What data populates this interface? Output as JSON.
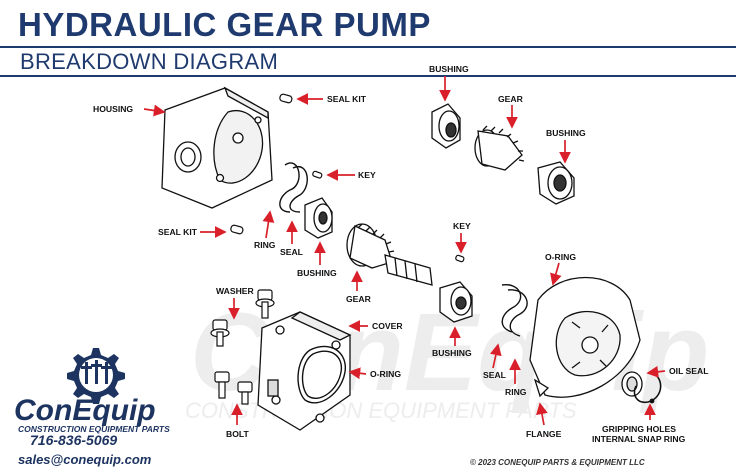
{
  "header": {
    "title": "HYDRAULIC GEAR PUMP",
    "subtitle": "BREAKDOWN DIAGRAM"
  },
  "labels": {
    "housing": "HOUSING",
    "seal_kit_top": "SEAL KIT",
    "key_top": "KEY",
    "seal_kit_left": "SEAL KIT",
    "ring_left": "RING",
    "seal_left": "SEAL",
    "bushing_left": "BUSHING",
    "gear_center": "GEAR",
    "bushing_top_left": "BUSHING",
    "gear_top": "GEAR",
    "bushing_top_right": "BUSHING",
    "key_right": "KEY",
    "o_ring_top": "O-RING",
    "washer": "WASHER",
    "cover": "COVER",
    "o_ring_bottom": "O-RING",
    "bushing_bottom": "BUSHING",
    "seal_right": "SEAL",
    "ring_right": "RING",
    "oil_seal": "OIL SEAL",
    "bolt": "BOLT",
    "flange": "FLANGE",
    "gripping_holes": "GRIPPING HOLES",
    "snap_ring": "INTERNAL SNAP RING"
  },
  "brand": {
    "name": "ConEquip",
    "tagline": "CONSTRUCTION EQUIPMENT PARTS",
    "phone": "716-836-5069",
    "email": "sales@conequip.com",
    "copyright": "© 2023 CONEQUIP PARTS & EQUIPMENT LLC",
    "watermark": "ConEquip",
    "watermark_sub": "CONSTRUCTION EQUIPMENT PARTS"
  },
  "colors": {
    "navy": "#1f3a6e",
    "arrow_red": "#d9202a",
    "watermark": "#ededed"
  }
}
